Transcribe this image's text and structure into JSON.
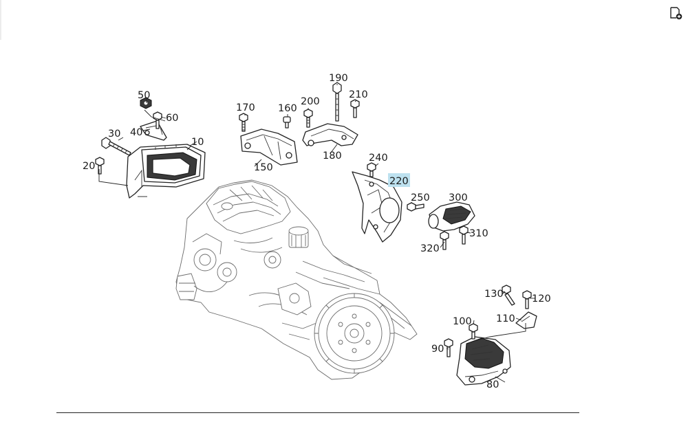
{
  "diagram": {
    "callouts": [
      "10",
      "20",
      "30",
      "40",
      "50",
      "60",
      "80",
      "90",
      "100",
      "110",
      "120",
      "130",
      "150",
      "160",
      "170",
      "180",
      "190",
      "200",
      "210",
      "220",
      "240",
      "250",
      "300",
      "310",
      "320"
    ],
    "highlighted": "220",
    "highlight_color": "#bde1ef"
  },
  "toolbar": {
    "icon": "add-to-page-icon"
  }
}
